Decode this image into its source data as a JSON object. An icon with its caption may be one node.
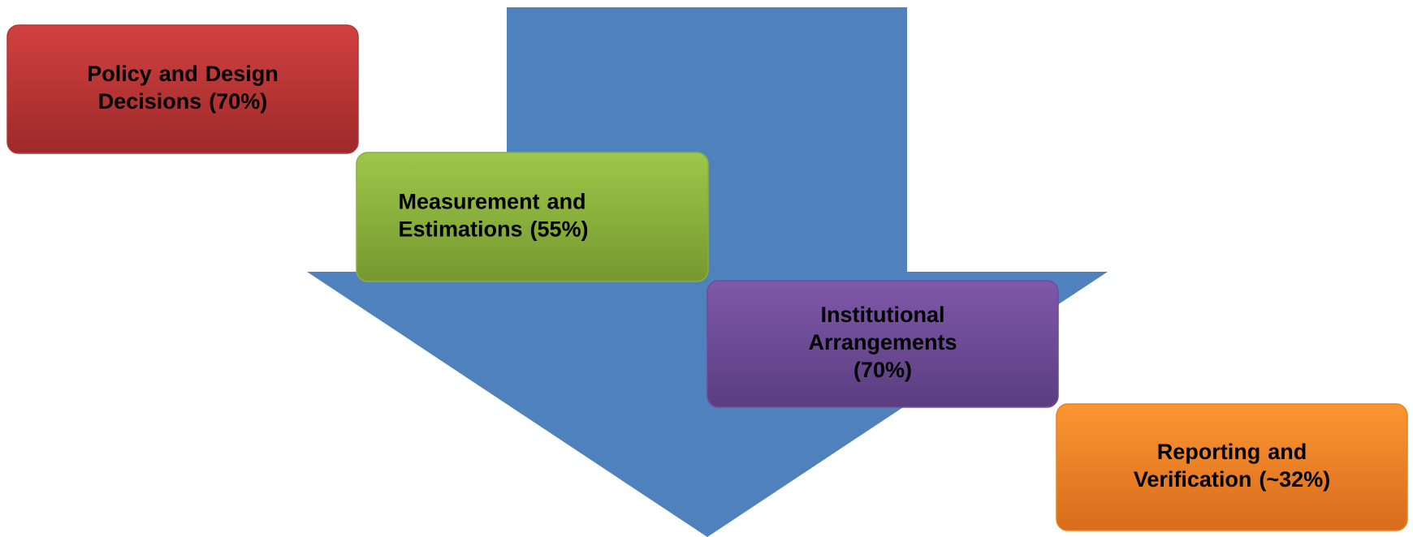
{
  "diagram": {
    "nodes": [
      {
        "text": [
          "Policy and Design Decisions (70%)"
        ]
      },
      {
        "text": [
          "Measurement and Estimations (55%)"
        ]
      },
      {
        "text": [
          "Institutional Arrangements (70%)"
        ]
      },
      {
        "text": [
          "Reporting and Verification (~32%)"
        ]
      }
    ]
  }
}
